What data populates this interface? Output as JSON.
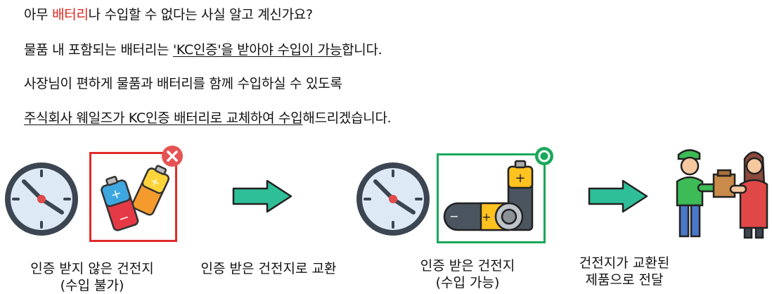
{
  "intro": {
    "line1": {
      "pre": "아무 ",
      "highlight": "배터리",
      "post": "나 수입할 수 없다는 사실 알고 계신가요?"
    },
    "line2": {
      "pre": "물품 내 포함되는 배터리는 ",
      "underlined": "'KC인증'을 받아야 수입이 가능",
      "post": "합니다."
    },
    "line3": {
      "text": "사장님이 편하게 물품과 배터리를 함께 수입하실 수 있도록"
    },
    "line4": {
      "underlined": "주식회사 웨일즈가 KC인증 배터리로 교체하여 수입",
      "post": "해드리겠습니다."
    }
  },
  "steps": [
    {
      "line1": "인증 받지 않은 건전지",
      "line2": "(수입 불가)",
      "status_color": "#e33b3b"
    },
    {
      "line1": "인증 받은 건전지로 교환"
    },
    {
      "line1": "인증 받은 건전지",
      "line2": "(수입 가능)",
      "status_color": "#1aa85a"
    },
    {
      "line1": "건전지가 교환된",
      "line2": "제품으로 전달"
    }
  ],
  "colors": {
    "arrow": "#2fbf98",
    "highlight": "#e0261c",
    "reject": "#e02b2b",
    "approve": "#1aa85a"
  },
  "icons": [
    "clock-icon",
    "batteries-icon",
    "reject-x-icon",
    "arrow-right-icon",
    "approved-circle-icon",
    "delivery-icon"
  ]
}
